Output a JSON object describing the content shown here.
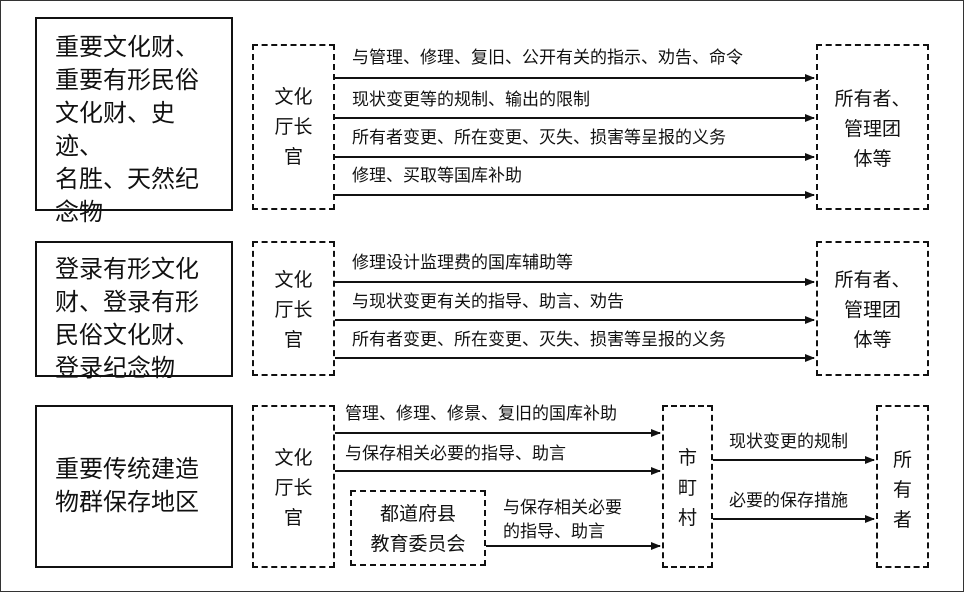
{
  "sections": [
    {
      "category": "重要文化财、\n重要有形民俗\n文化财、史迹、\n名胜、天然纪\n念物",
      "authority": "文化\n厅长\n官",
      "recipient": "所有者、\n管理团\n体等",
      "arrows": [
        "与管理、修理、复旧、公开有关的指示、劝告、命令",
        "现状变更等的规制、输出的限制",
        "所有者变更、所在变更、灭失、损害等呈报的义务",
        "修理、买取等国库补助"
      ]
    },
    {
      "category": "登录有形文化\n财、登录有形\n民俗文化财、\n登录纪念物",
      "authority": "文化\n厅长\n官",
      "recipient": "所有者、\n管理团\n体等",
      "arrows": [
        "修理设计监理费的国库辅助等",
        "与现状变更有关的指导、助言、劝告",
        "所有者变更、所在变更、灭失、损害等呈报的义务"
      ]
    },
    {
      "category": "重要传统建造\n物群保存地区",
      "authority": "文化\n厅长\n官",
      "prefecture": "都道府县\n教育委员会",
      "municipality": "市\n町\n村",
      "recipient": "所\n有\n者",
      "arrows_to_municipality": [
        "管理、修理、修景、复旧的国库补助",
        "与保存相关必要的指导、助言"
      ],
      "prefecture_arrow": "与保存相关必要\n的指导、助言",
      "arrows_to_owner": [
        "现状变更的规制",
        "必要的保存措施"
      ]
    }
  ]
}
